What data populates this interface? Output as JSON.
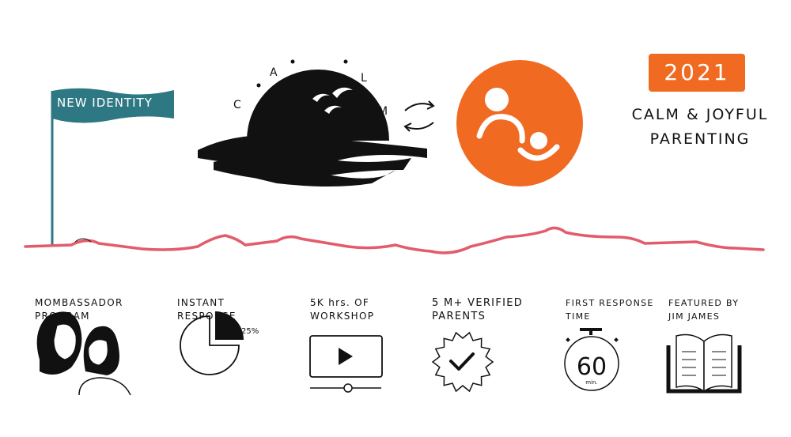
{
  "flag": {
    "label": "NEW IDENTITY",
    "color": "#2e7883"
  },
  "old_logo": {
    "letters": [
      "C",
      "A",
      "L",
      "M"
    ]
  },
  "new_logo": {
    "color": "#f06a22"
  },
  "badge": {
    "year": "2021"
  },
  "tagline": {
    "line1": "CALM & JOYFUL",
    "line2": "PARENTING"
  },
  "timeline": {
    "color": "#e25c6c"
  },
  "features": [
    {
      "line1": "MOMBASSADOR",
      "line2": "PROGRAM",
      "icon": "women-icon"
    },
    {
      "line1": "INSTANT",
      "line2": "RESPONSE",
      "icon": "pie-chart-icon",
      "value_label": "25%",
      "percent": 25
    },
    {
      "line1": "5K hrs. OF",
      "line2": "WORKSHOP",
      "icon": "video-player-icon"
    },
    {
      "line1": "5 M+ VERIFIED",
      "line2": "PARENTS",
      "icon": "verified-badge-icon"
    },
    {
      "line1": "FIRST RESPONSE",
      "line2": "TIME",
      "icon": "stopwatch-icon",
      "value": "60",
      "unit": "min."
    },
    {
      "line1": "FEATURED BY",
      "line2": "JIM JAMES",
      "icon": "open-book-icon"
    }
  ]
}
